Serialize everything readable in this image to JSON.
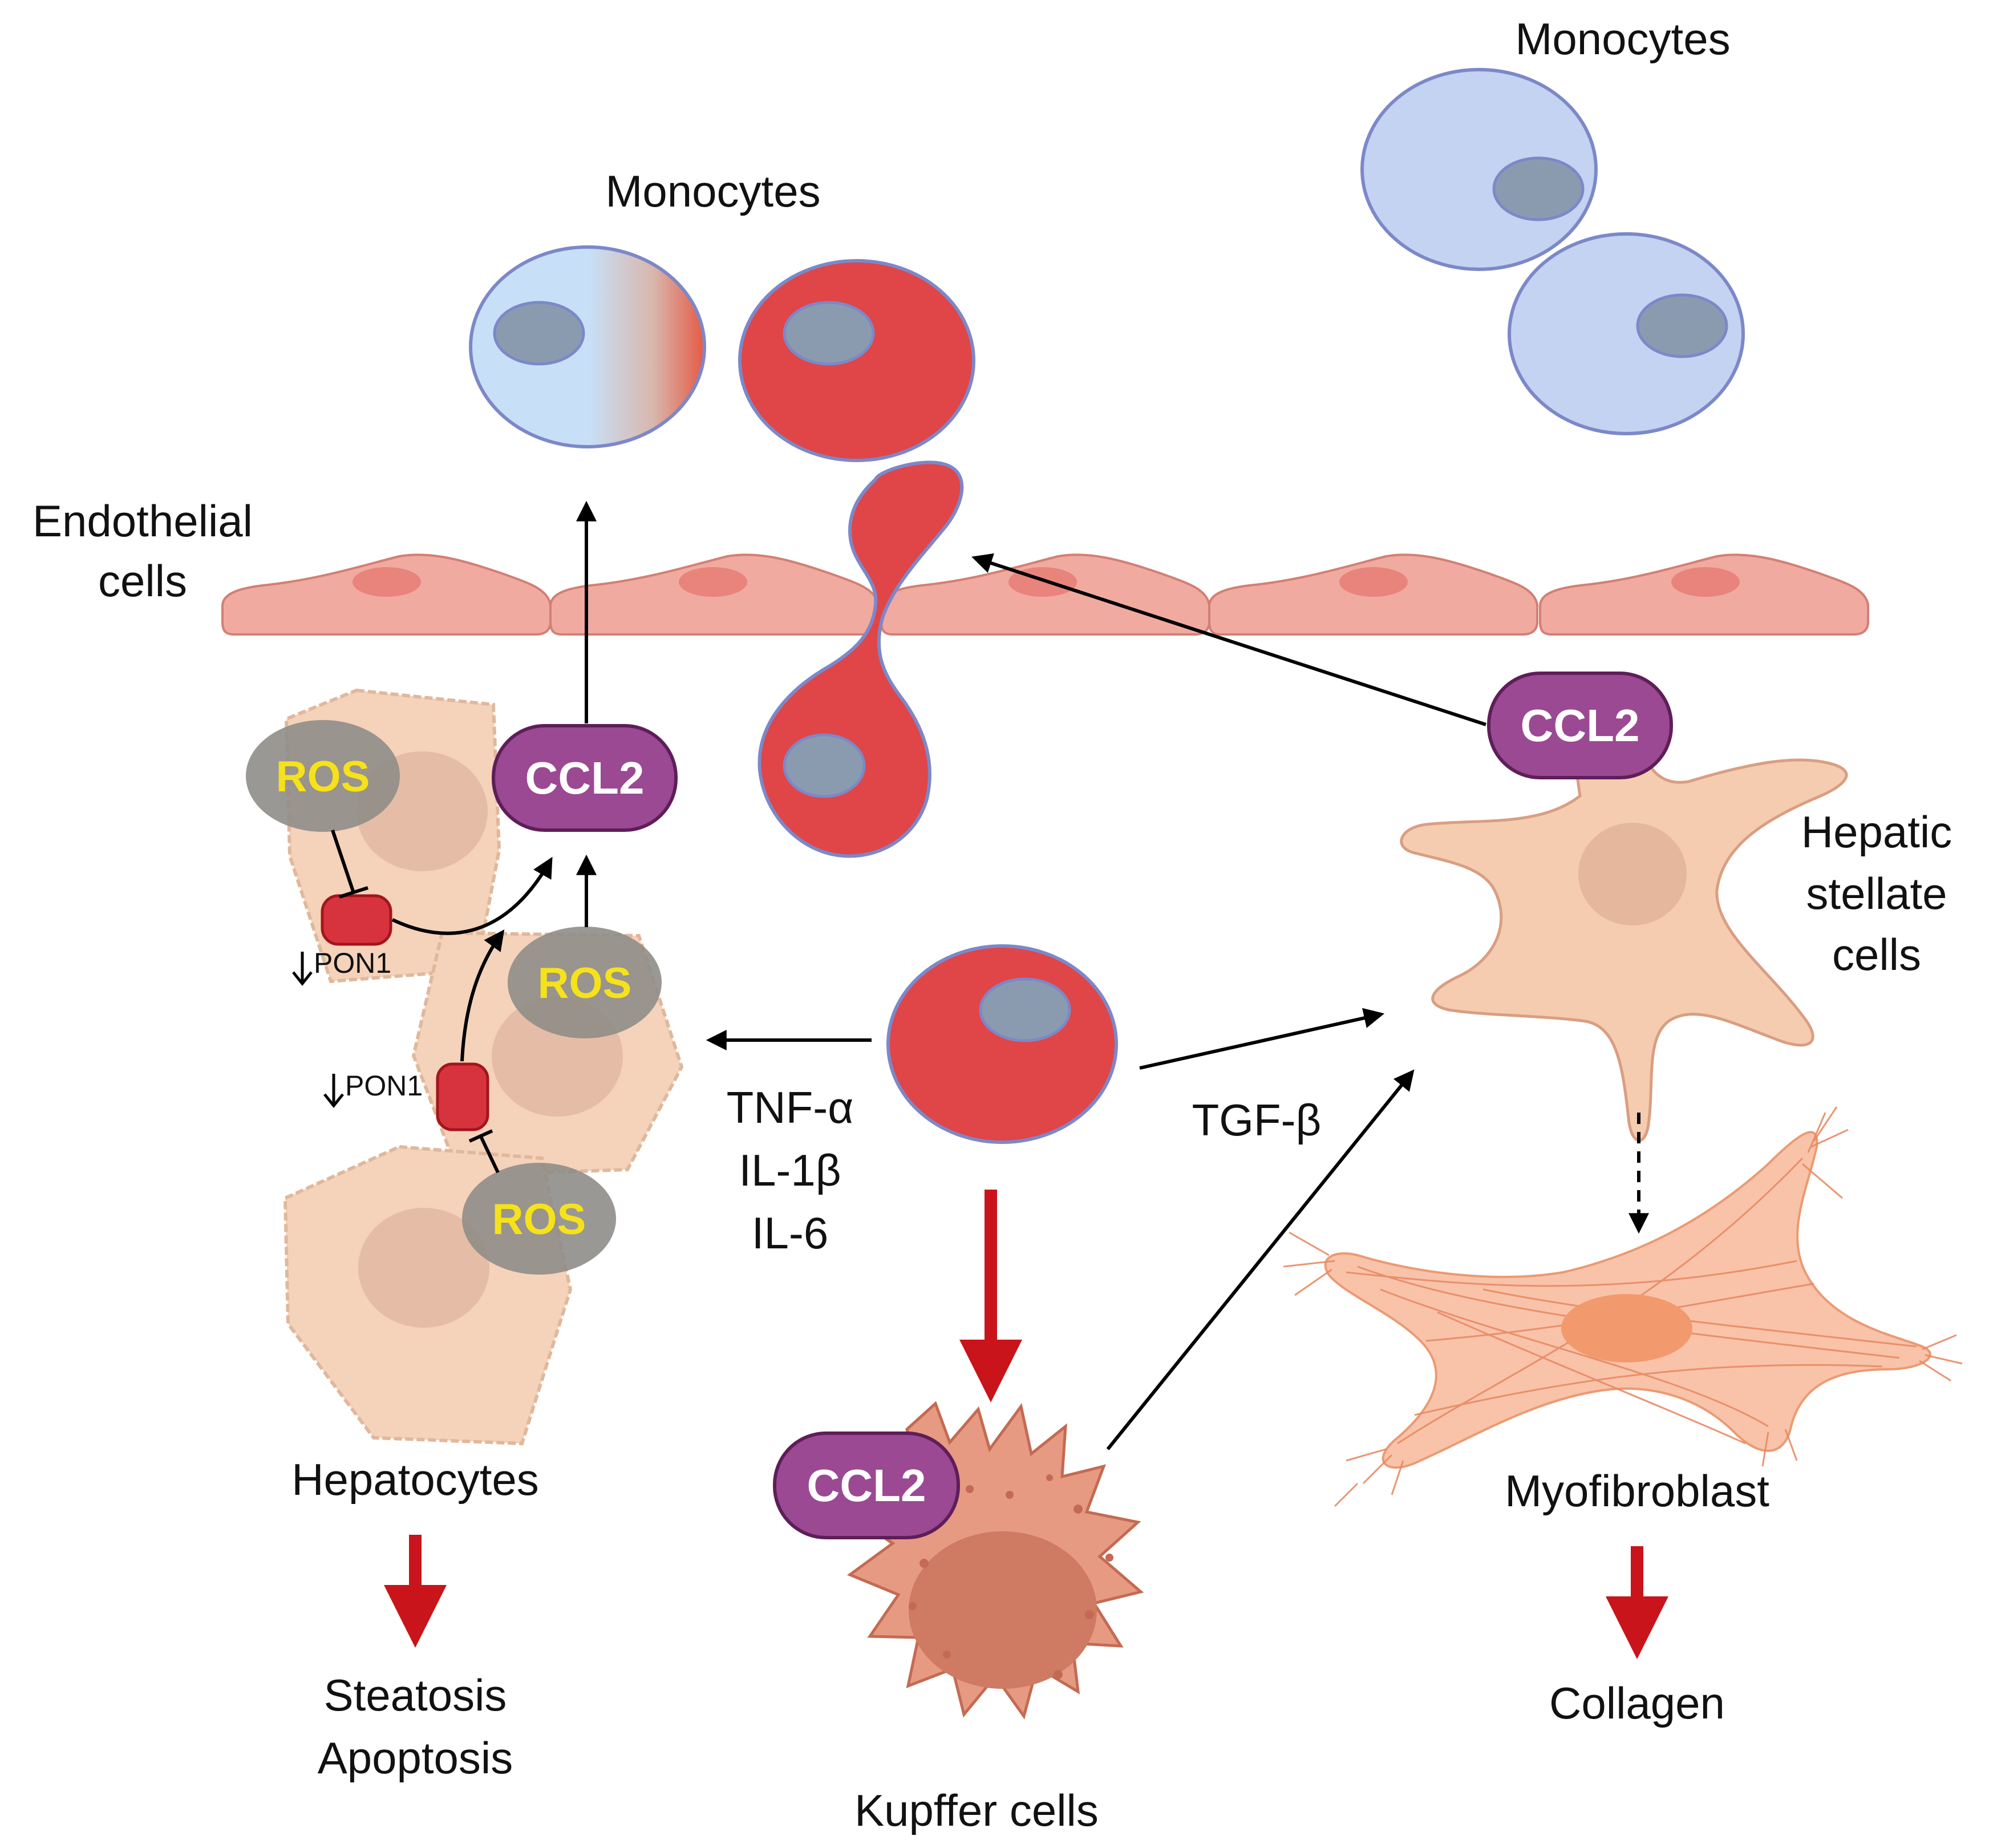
{
  "labels": {
    "monocytes_top": "Monocytes",
    "monocytes_mid": "Monocytes",
    "endothelial_line1": "Endothelial",
    "endothelial_line2": "cells",
    "hepatic_line1": "Hepatic",
    "hepatic_line2": "stellate",
    "hepatic_line3": "cells",
    "hepatocytes": "Hepatocytes",
    "steatosis": "Steatosis",
    "apoptosis": "Apoptosis",
    "tnf": "TNF-α",
    "il1b": "IL-1β",
    "il6": "IL-6",
    "tgf": "TGF-β",
    "kupffer": "Kupffer cells",
    "myofibroblast": "Myofibroblast",
    "collagen": "Collagen"
  },
  "badges": {
    "ros": "ROS",
    "ccl2": "CCL2",
    "pon1": "PON1"
  },
  "colors": {
    "monocyte_blue": "#c3d3f1",
    "activated_red": "#e04548",
    "nucleus": "#8a9bb0",
    "endothelial": "#f1aaa0",
    "hepatocyte": "#f5d2ba",
    "stellate": "#f5ccb0",
    "kupffer": "#e79a82",
    "myofibroblast": "#f7b493",
    "ccl2_purple": "#9b4992",
    "ros_gray": "#8f8d88",
    "ros_text": "#f6e21a",
    "red_arrow": "#c8141a"
  }
}
